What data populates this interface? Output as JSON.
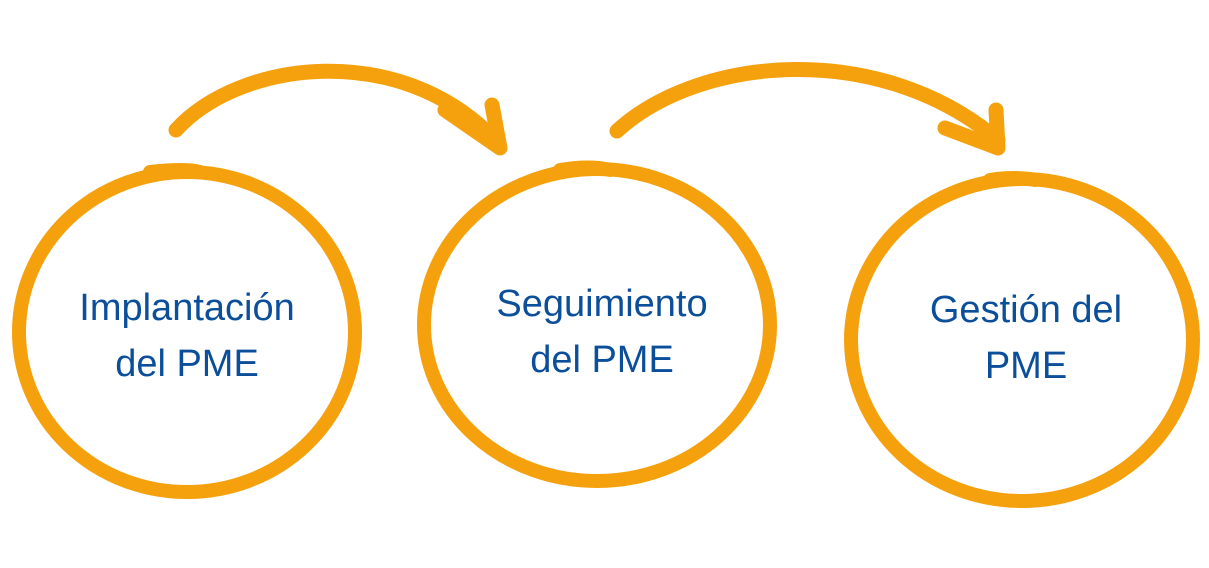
{
  "colors": {
    "accent": "#F5A10E",
    "text": "#0B4E9A",
    "background": "#FFFFFF"
  },
  "steps": [
    {
      "line1": "Implantación",
      "line2": "del PME"
    },
    {
      "line1": "Seguimiento",
      "line2": "del PME"
    },
    {
      "line1": "Gestión del",
      "line2": "PME"
    }
  ],
  "arrows": [
    {
      "from": "step-1",
      "to": "step-2",
      "icon": "curved-arrow-icon"
    },
    {
      "from": "step-2",
      "to": "step-3",
      "icon": "curved-arrow-icon"
    }
  ]
}
